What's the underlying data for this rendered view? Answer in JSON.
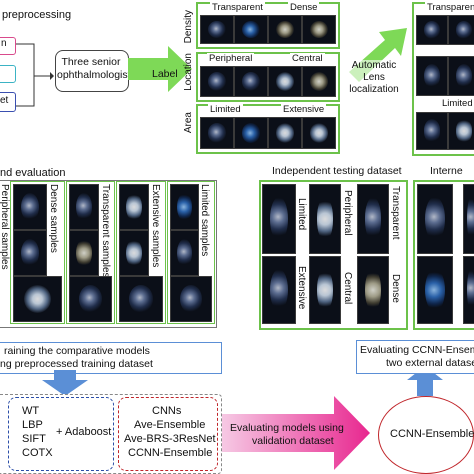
{
  "preprocessing": {
    "title": "preprocessing",
    "items": [
      "n",
      "",
      "et"
    ]
  },
  "senior": {
    "label": "Three senior ophthalmologists"
  },
  "arrows": {
    "label": "Label",
    "automatic": "Automatic Lens localization"
  },
  "categories": {
    "density": "Density",
    "location": "Location",
    "area": "Area",
    "transparent": "Transparent",
    "dense": "Dense",
    "peripheral": "Peripheral",
    "central": "Central",
    "limited": "Limited",
    "extensive": "Extensive"
  },
  "right_top": {
    "transparent": "Transparent",
    "limited": "Limited"
  },
  "training": {
    "title": "nd evaluation",
    "peripheral": "Peripheral samples",
    "dense": "Dense samples",
    "transparent": "Transparent samples",
    "extensive": "Extensive samples",
    "limited": "Limited samples"
  },
  "independent": {
    "title": "Independent testing dataset",
    "limited": "Limited",
    "peripheral": "Peripheral",
    "transparent": "Transparent",
    "extensive": "Extensive",
    "central": "Central",
    "dense": "Dense"
  },
  "internal": {
    "title": "Interne"
  },
  "bottom": {
    "train_line1": "raining the comparative models",
    "train_line2": "ng preprocessed training dataset",
    "methods": [
      "WT",
      "LBP",
      "SIFT",
      "COTX"
    ],
    "adaboost": "+ Adaboost",
    "cnns": [
      "CNNs",
      "Ave-Ensemble",
      "Ave-BRS-3ResNet",
      "CCNN-Ensemble"
    ],
    "eval_line1": "Evaluating models using",
    "eval_line2": "validation dataset",
    "ccnn": "CCNN-Ensemble",
    "ext_line1": "Evaluating CCNN-Ensemble",
    "ext_line2": "two external datasets"
  }
}
